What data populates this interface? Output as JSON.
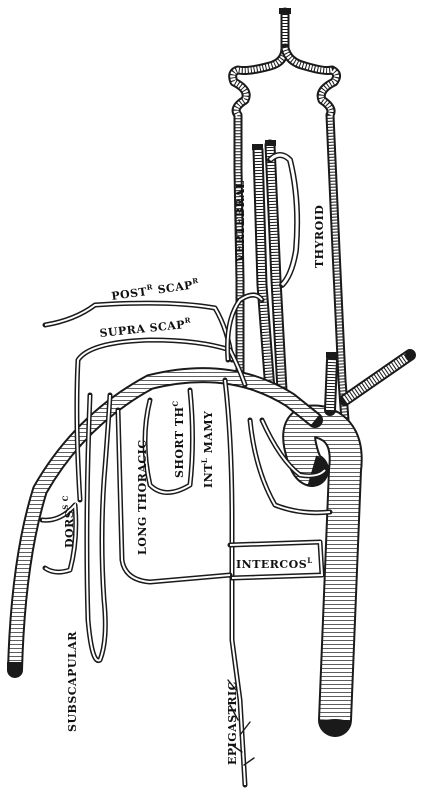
{
  "figure": {
    "labels": {
      "vertebral": "VERTEBRAL",
      "thyroid": "THYROID",
      "post_scap": "POST",
      "post_scap_sup1": "R",
      "post_scap_2": " SCAP",
      "post_scap_sup2": "R",
      "supra_scap": "SUPRA SCAP",
      "supra_scap_sup": "R",
      "short_thc": "SHORT TH",
      "short_thc_sup": "C",
      "intl_mamy": "INT",
      "intl_mamy_sup": "L",
      "intl_mamy_2": " MAMY",
      "long_thoracic": "LONG THORACIC",
      "dors_sc": "DORS",
      "dors_sc_sup": "S C",
      "intercos": "INTERCOS",
      "intercos_sup": "L",
      "subscapular": "SUBSCAPULAR",
      "epigastric": "EPIGASTRIC"
    },
    "colors": {
      "ink": "#1a1a1a",
      "paper": "#ffffff"
    }
  }
}
